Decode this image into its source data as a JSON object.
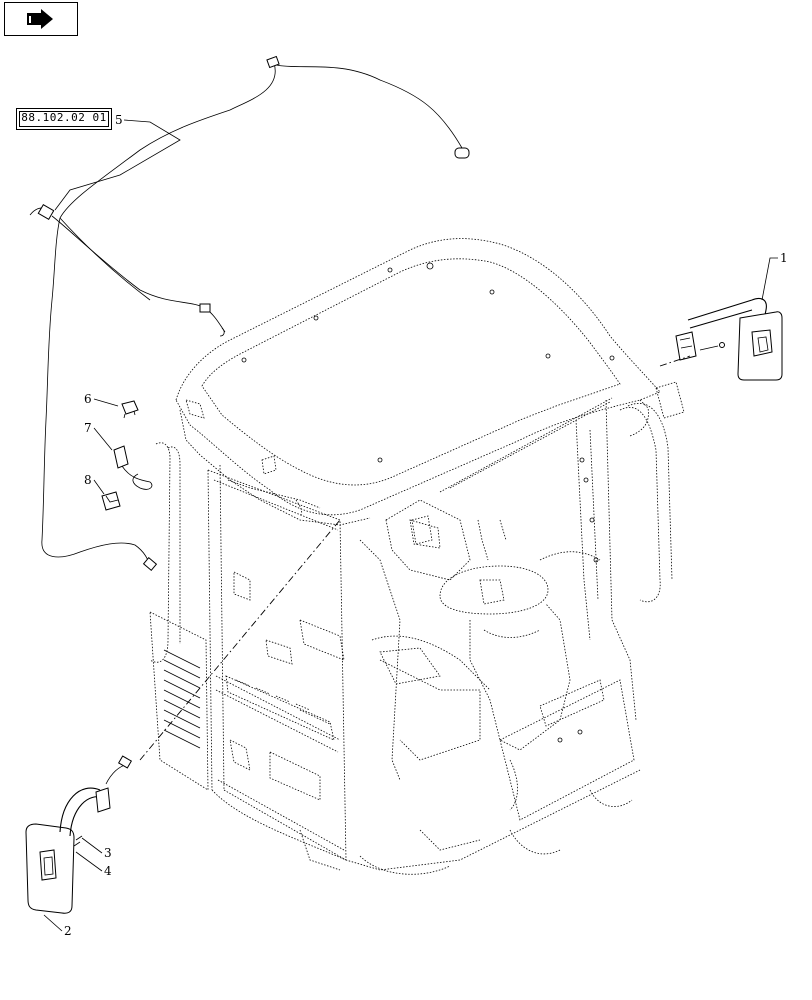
{
  "navigation": {
    "icon": "arrow-right-icon"
  },
  "reference": {
    "code": "88.102.02 01"
  },
  "callouts": [
    {
      "id": "1",
      "label": "1"
    },
    {
      "id": "2",
      "label": "2"
    },
    {
      "id": "3",
      "label": "3"
    },
    {
      "id": "4",
      "label": "4"
    },
    {
      "id": "5",
      "label": "5"
    },
    {
      "id": "6",
      "label": "6"
    },
    {
      "id": "7",
      "label": "7"
    },
    {
      "id": "8",
      "label": "8"
    }
  ]
}
